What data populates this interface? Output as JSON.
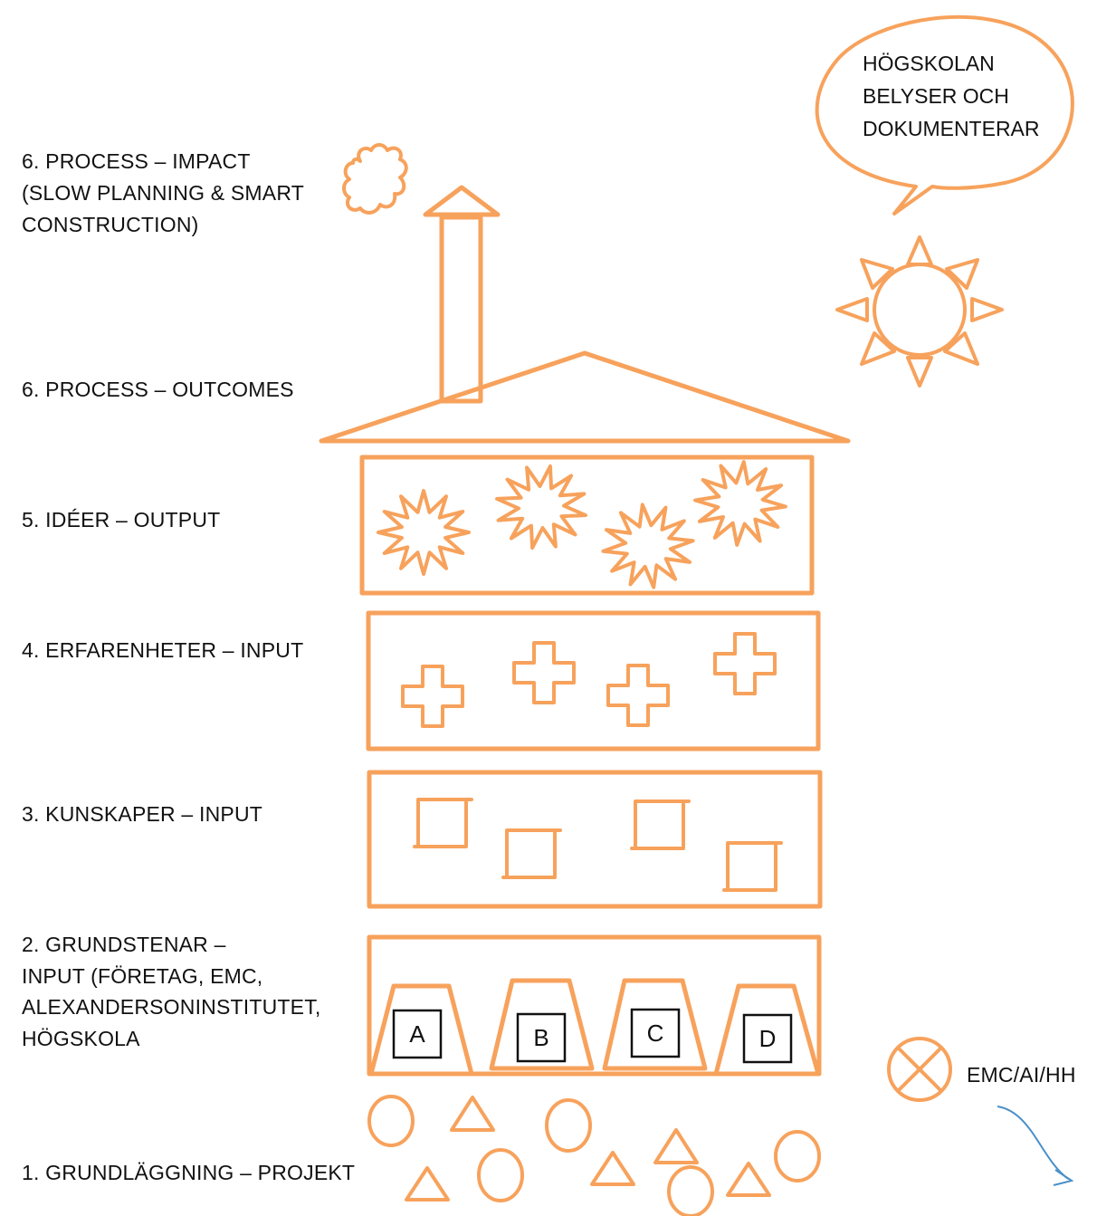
{
  "labels": {
    "impact": [
      "6. PROCESS – IMPACT",
      "(SLOW PLANNING & SMART",
      "CONSTRUCTION)"
    ],
    "outcomes": "6. PROCESS – OUTCOMES",
    "ideas": "5. IDÉER – OUTPUT",
    "experiences": "4. ERFARENHETER – INPUT",
    "knowledge": "3. KUNSKAPER – INPUT",
    "cornerstones": [
      "2. GRUNDSTENAR –",
      "INPUT (FÖRETAG, EMC,",
      "ALEXANDERSONINSTITUTET,",
      "HÖGSKOLA"
    ],
    "foundation": "1. GRUNDLÄGGNING – PROJEKT"
  },
  "speech_bubble": [
    "HÖGSKOLAN",
    "BELYSER OCH",
    "DOKUMENTERAR"
  ],
  "cornerstone_blocks": [
    "A",
    "B",
    "C",
    "D"
  ],
  "legend": {
    "label": "EMC/AI/HH",
    "icon": "circled-x-icon"
  },
  "colors": {
    "drawing": "#f7a25c",
    "arrow": "#4a90c8",
    "text": "#111111"
  }
}
